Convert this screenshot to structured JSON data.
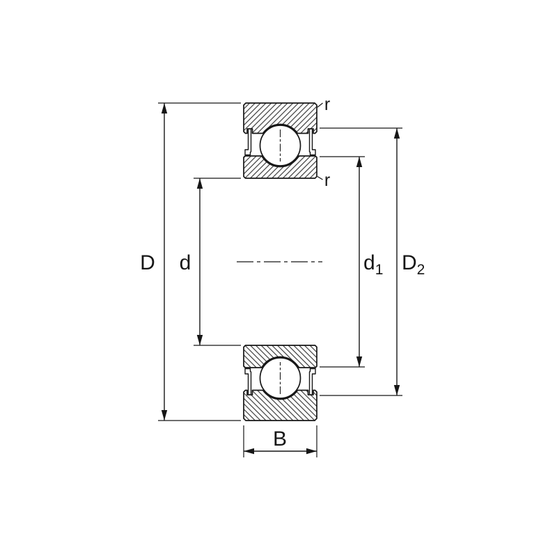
{
  "diagram": {
    "background_color": "#ffffff",
    "line_color": "#161616",
    "labels": {
      "outer_diameter": "D",
      "bore_diameter": "d",
      "recess_diameter": {
        "main": "d",
        "sub": "1"
      },
      "shoulder_diameter": {
        "main": "D",
        "sub": "2"
      },
      "width": "B",
      "chamfer_outer": "r",
      "chamfer_bore": "r"
    }
  }
}
